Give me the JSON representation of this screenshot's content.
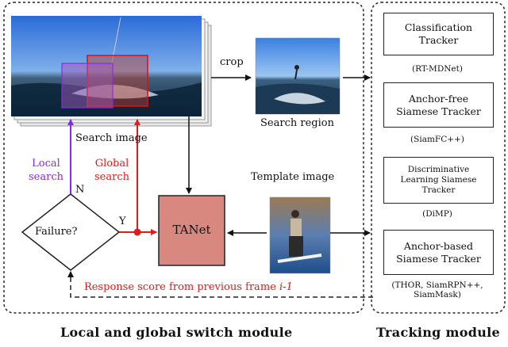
{
  "search_image": {
    "caption": "Search image"
  },
  "crop": {
    "label": "crop"
  },
  "search_region": {
    "caption": "Search region"
  },
  "template_image": {
    "caption": "Template image"
  },
  "tanet": {
    "label": "TANet"
  },
  "failure": {
    "label": "Failure?",
    "yes": "Y",
    "no": "N"
  },
  "local_search": {
    "label": "Local\nsearch"
  },
  "global_search": {
    "label": "Global\nsearch"
  },
  "response": {
    "text": "Response score from previous frame ",
    "frame": "i-1"
  },
  "modules": {
    "left_title": "Local and global switch module",
    "right_title": "Tracking module"
  },
  "trackers": [
    {
      "name": "Classification\nTracker",
      "example": "(RT-MDNet)"
    },
    {
      "name": "Anchor-free\nSiamese Tracker",
      "example": "(SiamFC++)"
    },
    {
      "name": "Discriminative\nLearning Siamese\nTracker",
      "example": "(DiMP)"
    },
    {
      "name": "Anchor-based\nSiamese Tracker",
      "example": "(THOR, SiamRPN++,\nSiamMask)"
    }
  ],
  "colors": {
    "local": "#8a2be2",
    "global": "#e41a1a",
    "tanet_fill": "#d98880"
  }
}
